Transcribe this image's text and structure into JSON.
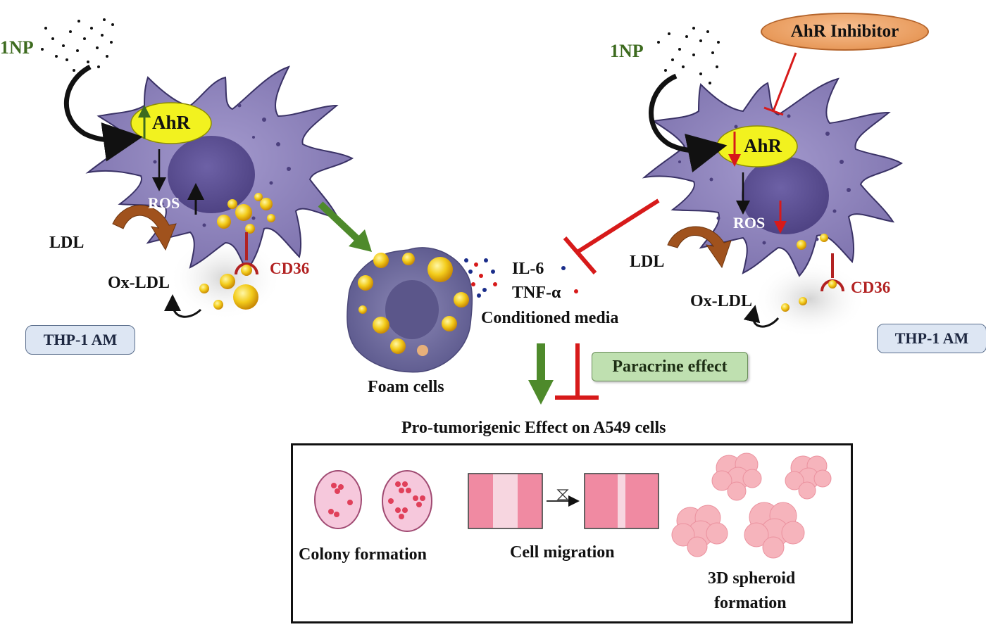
{
  "left_cell": {
    "np_label": "1NP",
    "ahr_label": "AhR",
    "ros_label": "ROS",
    "ldl_label": "LDL",
    "oxldl_label": "Ox-LDL",
    "cd36_label": "CD36",
    "cell_tag": "THP-1 AM"
  },
  "right_cell": {
    "inhibitor_label": "AhR Inhibitor",
    "np_label": "1NP",
    "ahr_label": "AhR",
    "ros_label": "ROS",
    "ldl_label": "LDL",
    "oxldl_label": "Ox-LDL",
    "cd36_label": "CD36",
    "cell_tag": "THP-1 AM"
  },
  "center": {
    "il6_label": "IL-6",
    "tnf_label": "TNF-α",
    "media_label": "Conditioned media",
    "foam_label": "Foam cells",
    "paracrine_label": "Paracrine effect",
    "effect_title": "Pro-tumorigenic Effect on A549 cells"
  },
  "assays": {
    "colony_label": "Colony formation",
    "migration_label": "Cell migration",
    "spheroid_label_line1": "3D spheroid",
    "spheroid_label_line2": "formation"
  },
  "colors": {
    "cell_purple": "#8a7fb8",
    "nucleus": "#5c4f91",
    "ahr_yellow": "#f2f21f",
    "activation_green": "#4e8a2b",
    "inhibition_red": "#d71a1a",
    "ldl_brown": "#a0521d",
    "lipid_gold": "#f0c419",
    "pink": "#f09aa8"
  }
}
